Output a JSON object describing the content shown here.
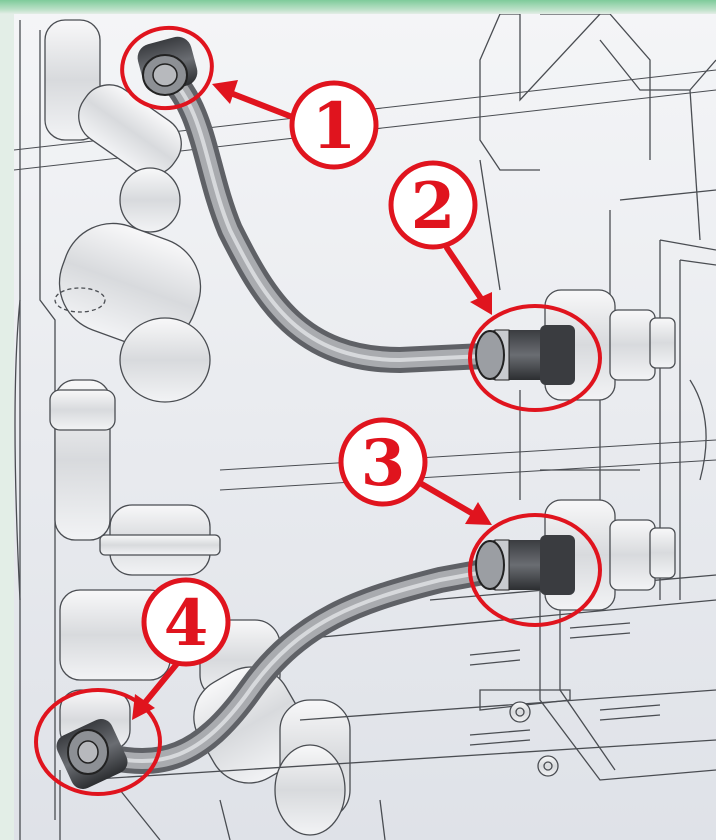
{
  "callouts": [
    {
      "id": "1",
      "label": "1"
    },
    {
      "id": "2",
      "label": "2"
    },
    {
      "id": "3",
      "label": "3"
    },
    {
      "id": "4",
      "label": "4"
    }
  ],
  "colors": {
    "callout": "#e0141e",
    "frame": "#7ecb9a",
    "hose": "#7c7e82",
    "line": "#4a4d52"
  }
}
